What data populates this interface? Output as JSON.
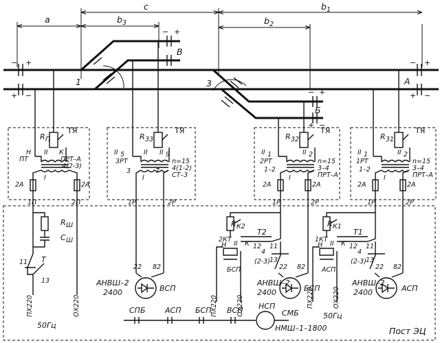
{
  "dims": {
    "a": "a",
    "c": "c",
    "b1": "b",
    "b1_sub": "1",
    "b3": "b",
    "b3_sub": "3",
    "b2": "b",
    "b2_sub": "2"
  },
  "track": {
    "plus": "+",
    "minus": "−",
    "label_1": "1",
    "label_3": "3",
    "label_A": "A",
    "label_B": "Б",
    "label_V": "В"
  },
  "units": [
    {
      "ty": "ТЯ",
      "r": "R",
      "r_sub": "П",
      "h": "Н",
      "ii": "II",
      "k": "К",
      "pt": "ПТ",
      "prt": "ПРТ–А",
      "prt_n": "4(2-3)",
      "i": "I",
      "fuse_l": "2А",
      "fuse_r": "2А",
      "out_l": "1П",
      "out_r": "2П"
    },
    {
      "ty": "ТЯ",
      "r": "R",
      "r_sub": "33",
      "ii5": "II",
      "ii5_sub": "5",
      "ii": "II",
      "ii9": "II",
      "ii9_sub": "9",
      "rt": "3РТ",
      "n": "n=15",
      "n_sub": "4(1-2)",
      "st": "СТ–3",
      "three": "3",
      "i": "I",
      "seven": "7",
      "out_l": "1Р",
      "out_r": "2Р"
    },
    {
      "ty": "ТЯ",
      "r": "R",
      "r_sub": "32",
      "ii1": "II",
      "ii1_sub": "1",
      "ii2": "II",
      "ii2_sub": "2",
      "rt": "2РТ",
      "n": "n=15",
      "pins_l": "1–2",
      "pins_r": "3–4",
      "i": "I",
      "prt": "ПРТ–А",
      "fuse_l": "2А",
      "fuse_r": "2А",
      "out_l": "1Р",
      "out_r": "2Р"
    },
    {
      "ty": "ТЯ",
      "r": "R",
      "r_sub": "31",
      "ii1": "II",
      "ii1_sub": "1",
      "ii2": "II",
      "ii2_sub": "2",
      "rt": "1РТ",
      "n": "n=15",
      "pins_l": "1–2",
      "pins_r": "3–4",
      "i": "I",
      "prt": "ПРТ–А",
      "fuse_l": "2А",
      "fuse_r": "2А",
      "out_l": "1Р",
      "out_r": "2Р"
    }
  ],
  "post": {
    "title": "Пост ЭЦ",
    "r_sh": "R",
    "r_sh_sub": "Ш",
    "c_sh": "С",
    "c_sh_sub": "Ш",
    "t": "Т",
    "pin11": "11",
    "pin13": "13",
    "px": "ПХ220",
    "ox": "ОХ220",
    "freq": "50Гц",
    "anvsh_v": "АНВШ–2",
    "anvsh_v_n": "2400",
    "vsp": "ВСП",
    "v22": "22",
    "v82": "82",
    "rk2": "R",
    "rk2_sub": "К2",
    "kt2": "2КТ",
    "t2": "Т2",
    "h": "Н",
    "ii": "II",
    "k": "К",
    "p12": "12",
    "p11": "11",
    "p13": "13",
    "p4": "4",
    "p23": "(2-3)",
    "bsp": "БСП",
    "px2": "ПХ220",
    "ox2": "ОХ220",
    "anvsh_b": "АНВШ–2",
    "anvsh_b_n": "2400",
    "bsp2": "БСП",
    "b22": "22",
    "b82": "82",
    "rk1": "R",
    "rk1_sub": "К1",
    "kt1": "1КТ",
    "t1": "Т1",
    "asp": "АСП",
    "px3": "ПХ220",
    "ox3": "ОХ220",
    "freq2": "50Гц",
    "anvsh_a": "АНВШ–2",
    "anvsh_a_n": "2400",
    "asp2": "АСП",
    "a22": "22",
    "a82": "82",
    "chain": [
      "СПБ",
      "АСП",
      "БСП",
      "ВСП"
    ],
    "nsp": "НСП",
    "smb": "СМБ",
    "nmsh": "НМШ–1–1800"
  }
}
